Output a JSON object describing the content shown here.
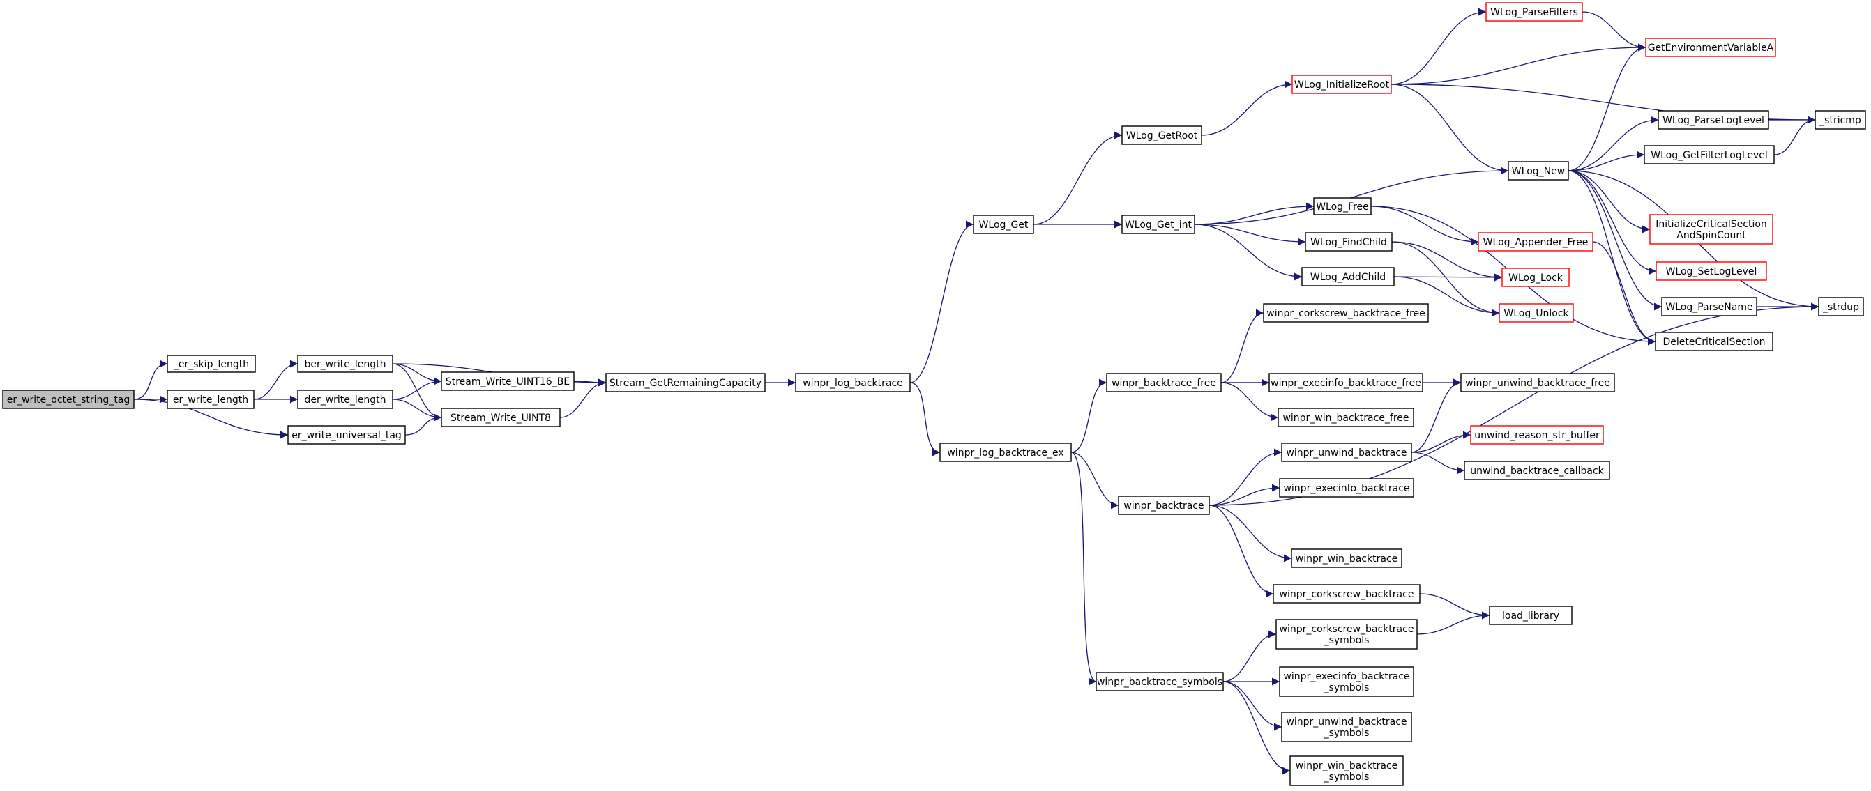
{
  "colors": {
    "edge": "#191970",
    "normal_border": "#000000",
    "truncated_border": "#ff0000",
    "root_fill": "#bfbfbf",
    "node_fill": "#ffffff",
    "text": "#000000"
  },
  "nodes": [
    {
      "id": "root",
      "lines": [
        "er_write_octet_string_tag"
      ],
      "style": "root"
    },
    {
      "id": "skip",
      "lines": [
        "_er_skip_length"
      ],
      "style": "normal"
    },
    {
      "id": "erlen",
      "lines": [
        "er_write_length"
      ],
      "style": "normal"
    },
    {
      "id": "univ",
      "lines": [
        "er_write_universal_tag"
      ],
      "style": "normal"
    },
    {
      "id": "ber",
      "lines": [
        "ber_write_length"
      ],
      "style": "normal"
    },
    {
      "id": "der",
      "lines": [
        "der_write_length"
      ],
      "style": "normal"
    },
    {
      "id": "u16",
      "lines": [
        "Stream_Write_UINT16_BE"
      ],
      "style": "normal"
    },
    {
      "id": "u8",
      "lines": [
        "Stream_Write_UINT8"
      ],
      "style": "normal"
    },
    {
      "id": "cap",
      "lines": [
        "Stream_GetRemainingCapacity"
      ],
      "style": "normal"
    },
    {
      "id": "wlb",
      "lines": [
        "winpr_log_backtrace"
      ],
      "style": "normal"
    },
    {
      "id": "wget",
      "lines": [
        "WLog_Get"
      ],
      "style": "normal"
    },
    {
      "id": "wlbex",
      "lines": [
        "winpr_log_backtrace_ex"
      ],
      "style": "normal"
    },
    {
      "id": "getroot",
      "lines": [
        "WLog_GetRoot"
      ],
      "style": "normal"
    },
    {
      "id": "getint",
      "lines": [
        "WLog_Get_int"
      ],
      "style": "normal"
    },
    {
      "id": "initroot",
      "lines": [
        "WLog_InitializeRoot"
      ],
      "style": "truncated"
    },
    {
      "id": "pfilters",
      "lines": [
        "WLog_ParseFilters"
      ],
      "style": "truncated"
    },
    {
      "id": "getenv",
      "lines": [
        "GetEnvironmentVariableA"
      ],
      "style": "truncated"
    },
    {
      "id": "stricmp",
      "lines": [
        "_stricmp"
      ],
      "style": "normal"
    },
    {
      "id": "wnew",
      "lines": [
        "WLog_New"
      ],
      "style": "normal"
    },
    {
      "id": "plevel",
      "lines": [
        "WLog_ParseLogLevel"
      ],
      "style": "normal"
    },
    {
      "id": "gflevel",
      "lines": [
        "WLog_GetFilterLogLevel"
      ],
      "style": "normal"
    },
    {
      "id": "icsec",
      "lines": [
        "InitializeCriticalSection",
        "AndSpinCount"
      ],
      "style": "truncated"
    },
    {
      "id": "setlevel",
      "lines": [
        "WLog_SetLogLevel"
      ],
      "style": "truncated"
    },
    {
      "id": "pname",
      "lines": [
        "WLog_ParseName"
      ],
      "style": "normal"
    },
    {
      "id": "strdup",
      "lines": [
        "_strdup"
      ],
      "style": "normal"
    },
    {
      "id": "delcs",
      "lines": [
        "DeleteCriticalSection"
      ],
      "style": "normal"
    },
    {
      "id": "wfree",
      "lines": [
        "WLog_Free"
      ],
      "style": "normal"
    },
    {
      "id": "appfree",
      "lines": [
        "WLog_Appender_Free"
      ],
      "style": "truncated"
    },
    {
      "id": "findchild",
      "lines": [
        "WLog_FindChild"
      ],
      "style": "normal"
    },
    {
      "id": "addchild",
      "lines": [
        "WLog_AddChild"
      ],
      "style": "normal"
    },
    {
      "id": "lock",
      "lines": [
        "WLog_Lock"
      ],
      "style": "truncated"
    },
    {
      "id": "unlock",
      "lines": [
        "WLog_Unlock"
      ],
      "style": "truncated"
    },
    {
      "id": "btfree",
      "lines": [
        "winpr_backtrace_free"
      ],
      "style": "normal"
    },
    {
      "id": "ccfree",
      "lines": [
        "winpr_corkscrew_backtrace_free"
      ],
      "style": "normal"
    },
    {
      "id": "eifree",
      "lines": [
        "winpr_execinfo_backtrace_free"
      ],
      "style": "normal"
    },
    {
      "id": "wbfree",
      "lines": [
        "winpr_win_backtrace_free"
      ],
      "style": "normal"
    },
    {
      "id": "uwfree",
      "lines": [
        "winpr_unwind_backtrace_free"
      ],
      "style": "normal"
    },
    {
      "id": "bt",
      "lines": [
        "winpr_backtrace"
      ],
      "style": "normal"
    },
    {
      "id": "uwbt",
      "lines": [
        "winpr_unwind_backtrace"
      ],
      "style": "normal"
    },
    {
      "id": "urstr",
      "lines": [
        "unwind_reason_str_buffer"
      ],
      "style": "truncated"
    },
    {
      "id": "ubcb",
      "lines": [
        "unwind_backtrace_callback"
      ],
      "style": "normal"
    },
    {
      "id": "eibt",
      "lines": [
        "winpr_execinfo_backtrace"
      ],
      "style": "normal"
    },
    {
      "id": "wbbt",
      "lines": [
        "winpr_win_backtrace"
      ],
      "style": "normal"
    },
    {
      "id": "ccbt",
      "lines": [
        "winpr_corkscrew_backtrace"
      ],
      "style": "normal"
    },
    {
      "id": "loadlib",
      "lines": [
        "load_library"
      ],
      "style": "normal"
    },
    {
      "id": "btsym",
      "lines": [
        "winpr_backtrace_symbols"
      ],
      "style": "normal"
    },
    {
      "id": "ccsym",
      "lines": [
        "winpr_corkscrew_backtrace",
        "_symbols"
      ],
      "style": "normal"
    },
    {
      "id": "eisym",
      "lines": [
        "winpr_execinfo_backtrace",
        "_symbols"
      ],
      "style": "normal"
    },
    {
      "id": "uwsym",
      "lines": [
        "winpr_unwind_backtrace",
        "_symbols"
      ],
      "style": "normal"
    },
    {
      "id": "wbsym",
      "lines": [
        "winpr_win_backtrace",
        "_symbols"
      ],
      "style": "normal"
    }
  ],
  "edges": [
    [
      "root",
      "skip"
    ],
    [
      "root",
      "erlen"
    ],
    [
      "root",
      "univ"
    ],
    [
      "erlen",
      "ber"
    ],
    [
      "erlen",
      "der"
    ],
    [
      "ber",
      "u16"
    ],
    [
      "ber",
      "u8"
    ],
    [
      "ber",
      "cap"
    ],
    [
      "der",
      "u16"
    ],
    [
      "der",
      "u8"
    ],
    [
      "univ",
      "u8"
    ],
    [
      "u16",
      "cap"
    ],
    [
      "u8",
      "cap"
    ],
    [
      "cap",
      "wlb"
    ],
    [
      "wlb",
      "wget"
    ],
    [
      "wlb",
      "wlbex"
    ],
    [
      "wget",
      "getroot"
    ],
    [
      "wget",
      "getint"
    ],
    [
      "getroot",
      "initroot"
    ],
    [
      "initroot",
      "pfilters"
    ],
    [
      "initroot",
      "getenv"
    ],
    [
      "initroot",
      "stricmp"
    ],
    [
      "initroot",
      "wnew"
    ],
    [
      "pfilters",
      "getenv"
    ],
    [
      "getint",
      "wnew"
    ],
    [
      "getint",
      "wfree"
    ],
    [
      "getint",
      "findchild"
    ],
    [
      "getint",
      "addchild"
    ],
    [
      "wnew",
      "getenv"
    ],
    [
      "wnew",
      "plevel"
    ],
    [
      "wnew",
      "gflevel"
    ],
    [
      "wnew",
      "icsec"
    ],
    [
      "wnew",
      "setlevel"
    ],
    [
      "wnew",
      "pname"
    ],
    [
      "wnew",
      "strdup"
    ],
    [
      "wnew",
      "delcs"
    ],
    [
      "plevel",
      "stricmp"
    ],
    [
      "gflevel",
      "stricmp"
    ],
    [
      "pname",
      "strdup"
    ],
    [
      "wfree",
      "appfree"
    ],
    [
      "wfree",
      "delcs"
    ],
    [
      "appfree",
      "delcs"
    ],
    [
      "findchild",
      "lock"
    ],
    [
      "findchild",
      "unlock"
    ],
    [
      "addchild",
      "lock"
    ],
    [
      "addchild",
      "unlock"
    ],
    [
      "wlbex",
      "btfree"
    ],
    [
      "wlbex",
      "bt"
    ],
    [
      "wlbex",
      "btsym"
    ],
    [
      "btfree",
      "ccfree"
    ],
    [
      "btfree",
      "eifree"
    ],
    [
      "btfree",
      "wbfree"
    ],
    [
      "btfree",
      "uwfree"
    ],
    [
      "bt",
      "uwbt"
    ],
    [
      "bt",
      "eibt"
    ],
    [
      "bt",
      "wbbt"
    ],
    [
      "bt",
      "ccbt"
    ],
    [
      "bt",
      "strdup"
    ],
    [
      "uwbt",
      "urstr"
    ],
    [
      "uwbt",
      "ubcb"
    ],
    [
      "uwbt",
      "uwfree"
    ],
    [
      "ccbt",
      "loadlib"
    ],
    [
      "btsym",
      "ccsym"
    ],
    [
      "btsym",
      "eisym"
    ],
    [
      "btsym",
      "uwsym"
    ],
    [
      "btsym",
      "wbsym"
    ],
    [
      "ccsym",
      "loadlib"
    ]
  ]
}
